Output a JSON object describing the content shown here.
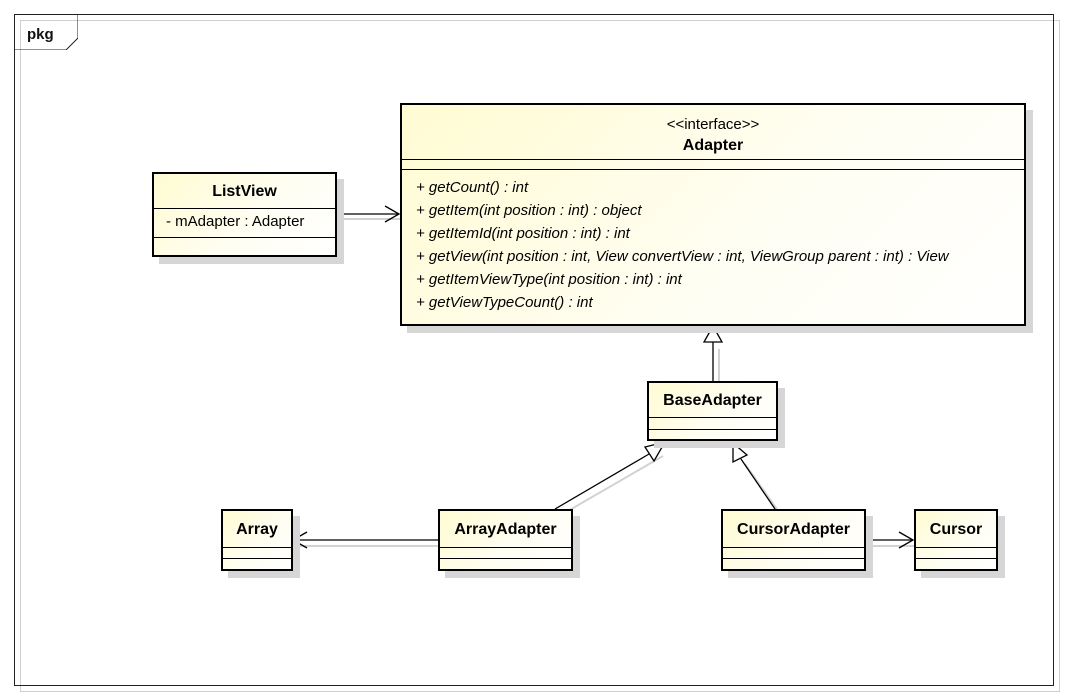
{
  "package": {
    "label": "pkg"
  },
  "classes": {
    "adapter": {
      "stereotype": "<<interface>>",
      "name": "Adapter",
      "operations": [
        "+ getCount() : int",
        "+ getItem(int position : int) : object",
        "+ getItemId(int position : int) : int",
        "+ getView(int position : int, View convertView : int, ViewGroup parent : int) : View",
        "+ getItemViewType(int position : int) : int",
        "+ getViewTypeCount() : int"
      ]
    },
    "listview": {
      "name": "ListView",
      "attributes": [
        "- mAdapter : Adapter"
      ]
    },
    "baseadapter": {
      "name": "BaseAdapter"
    },
    "array": {
      "name": "Array"
    },
    "arrayadapter": {
      "name": "ArrayAdapter"
    },
    "cursoradapter": {
      "name": "CursorAdapter"
    },
    "cursor": {
      "name": "Cursor"
    }
  }
}
